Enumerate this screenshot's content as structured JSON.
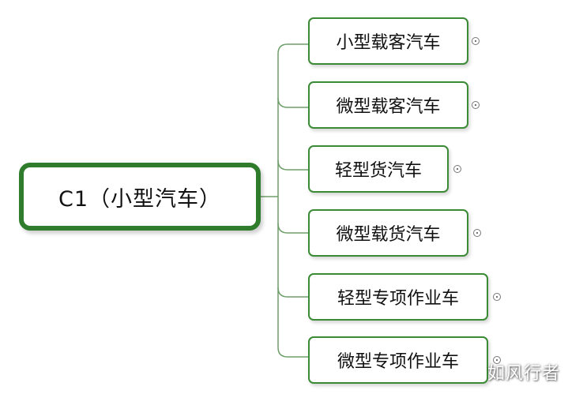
{
  "root": {
    "label": "C1（小型汽车）"
  },
  "children": [
    {
      "label": "小型载客汽车"
    },
    {
      "label": "微型载客汽车"
    },
    {
      "label": "轻型货汽车"
    },
    {
      "label": "微型载货汽车"
    },
    {
      "label": "轻型专项作业车"
    },
    {
      "label": "微型专项作业车"
    }
  ],
  "watermark": "如风行者",
  "colors": {
    "root_border": "#2f7d2c",
    "child_border": "#3b8a35",
    "connector": "#6f9f6a"
  }
}
